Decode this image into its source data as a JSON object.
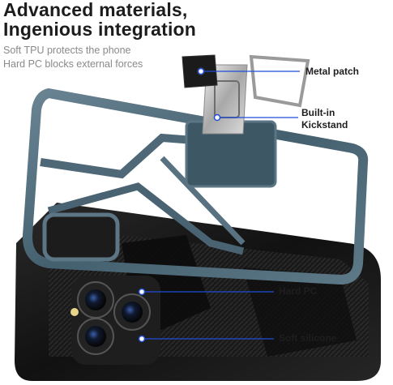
{
  "headline": {
    "line1": "Advanced materials,",
    "line2": "Ingenious integration"
  },
  "subtext": {
    "line1": "Soft TPU protects the phone",
    "line2": "Hard PC blocks external forces"
  },
  "callouts": {
    "metal_patch": "Metal patch",
    "kickstand_line1": "Built-in",
    "kickstand_line2": "Kickstand",
    "hard_pc": "Hard PC",
    "soft_silicone": "Soft silicone"
  },
  "colors": {
    "frame_blue": "#4d6676",
    "case_black": "#151515",
    "callout_line": "#1f4dd6"
  }
}
